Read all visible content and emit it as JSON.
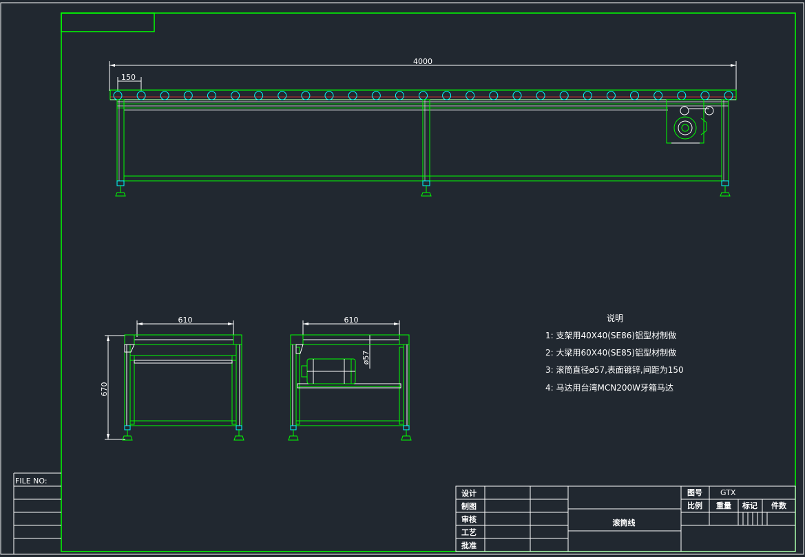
{
  "dimensions": {
    "length": "4000",
    "pitch": "150",
    "width_a": "610",
    "width_b": "610",
    "height": "670",
    "roller_dia": "ø57"
  },
  "notes": {
    "title": "说明",
    "items": [
      "1: 支架用40X40(SE86)铝型材制做",
      "2: 大梁用60X40(SE85)铝型材制做",
      "3: 滚筒直径ø57,表面镀锌,间距为150",
      "4: 马达用台湾MCN200W牙箱马达"
    ]
  },
  "title_block": {
    "file_no": "FILE NO:",
    "roles": [
      "设计",
      "制图",
      "审核",
      "工艺",
      "批准"
    ],
    "drawing_name": "滚筒线",
    "drawing_no_label": "图号",
    "drawing_no": "GTX",
    "scale_label": "比例",
    "weight_label": "重量",
    "mark_label": "标记",
    "count_label": "件数"
  },
  "colors": {
    "background": "#212830",
    "frame": "#00ff00",
    "line_white": "#ffffff",
    "roller_axis": "#ff3030",
    "roller": "#00ffff"
  }
}
